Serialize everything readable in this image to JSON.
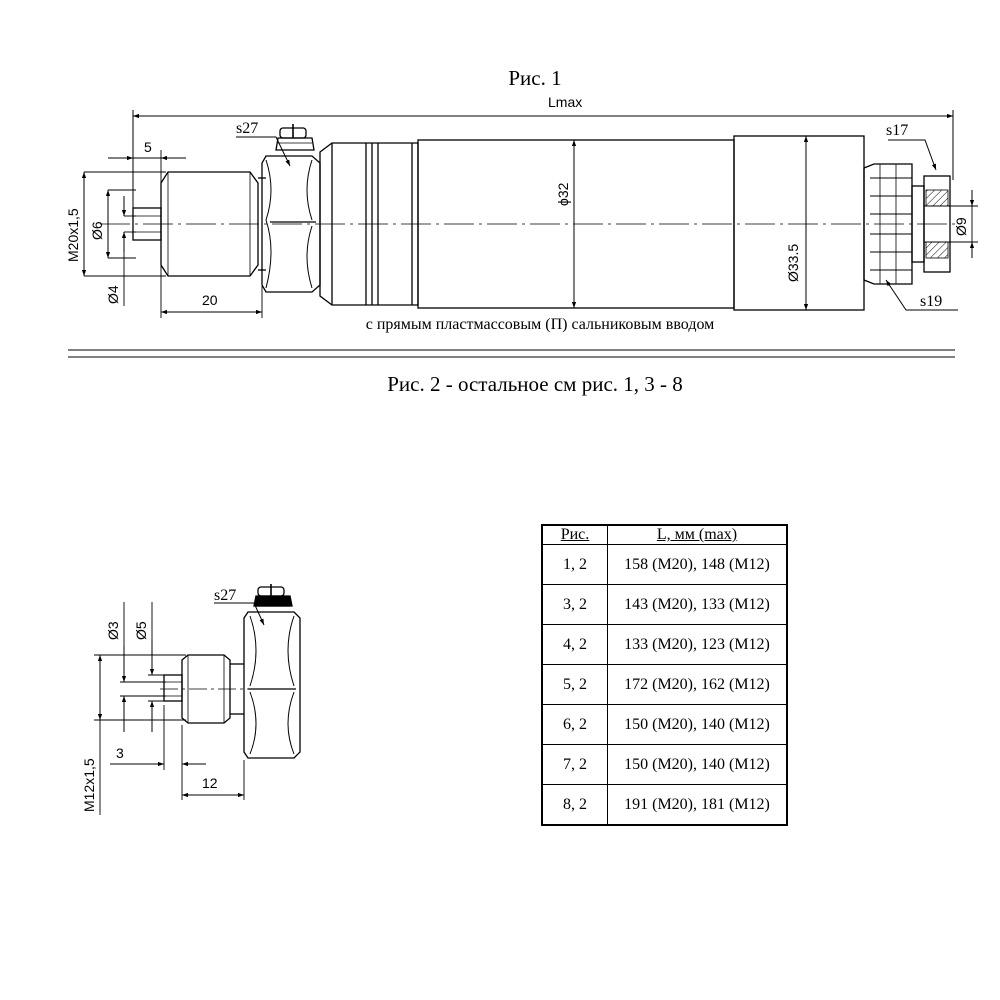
{
  "figure1": {
    "title": "Рис. 1",
    "note": "с прямым пластмассовым (П) сальниковым вводом",
    "dims": {
      "overall": "Lmax",
      "thread": "M20x1,5",
      "d6": "Ø6",
      "d4": "Ø4",
      "len5": "5",
      "len20": "20",
      "s27": "s27",
      "body_d32": "ϕ32",
      "body_d33": "Ø33.5",
      "s17": "s17",
      "s19": "s19",
      "cable_d9": "Ø9"
    }
  },
  "figure2": {
    "title": "Рис. 2 - остальное см рис. 1, 3 - 8",
    "dims": {
      "d3": "Ø3",
      "d5": "Ø5",
      "s27": "s27",
      "thread": "M12x1,5",
      "len3": "3",
      "len12": "12"
    }
  },
  "length_table": {
    "headers": [
      "Рис.",
      "L, мм (max)"
    ],
    "rows": [
      [
        "1, 2",
        "158 (M20), 148 (M12)"
      ],
      [
        "3, 2",
        "143 (M20), 133 (M12)"
      ],
      [
        "4, 2",
        "133 (M20), 123 (M12)"
      ],
      [
        "5, 2",
        "172 (M20), 162 (M12)"
      ],
      [
        "6, 2",
        "150 (M20), 140 (M12)"
      ],
      [
        "7, 2",
        "150 (M20), 140 (M12)"
      ],
      [
        "8, 2",
        "191 (M20), 181 (M12)"
      ]
    ]
  }
}
